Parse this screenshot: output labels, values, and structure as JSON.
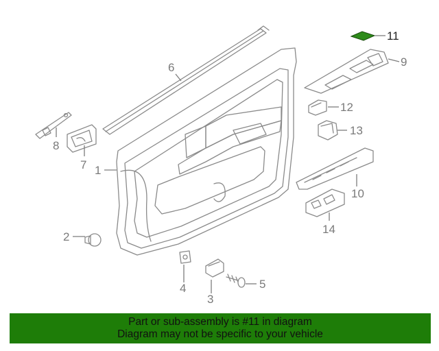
{
  "callouts": {
    "c1": "1",
    "c2": "2",
    "c3": "3",
    "c4": "4",
    "c5": "5",
    "c6": "6",
    "c7": "7",
    "c8": "8",
    "c9": "9",
    "c10": "10",
    "c11": "11",
    "c12": "12",
    "c13": "13",
    "c14": "14"
  },
  "highlight": {
    "part_number": "11",
    "color": "#1e7d08"
  },
  "banner": {
    "line1": "Part or sub-assembly is #11 in diagram",
    "line2": "Diagram may not be specific to your vehicle",
    "background": "#1e7d08"
  }
}
